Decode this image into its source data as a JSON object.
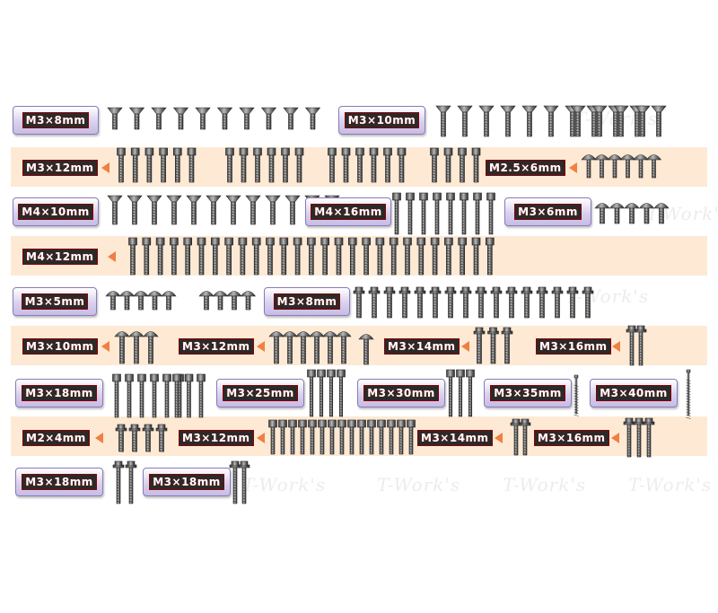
{
  "watermark": "T-Work's",
  "colors": {
    "band": "#fde9d4",
    "badge": "#c7bce6",
    "arrow": "#f07f42",
    "label_bg": "#2a2a2a"
  },
  "labels": {
    "r1a": "M3×8mm",
    "r1b": "M3×10mm",
    "r2a": "M3×12mm",
    "r2b": "M2.5×6mm",
    "r3a": "M4×10mm",
    "r3b": "M4×16mm",
    "r3c": "M3×6mm",
    "r4a": "M4×12mm",
    "r5a": "M3×5mm",
    "r5b": "M3×8mm",
    "r6a": "M3×10mm",
    "r6b": "M3×12mm",
    "r6c": "M3×14mm",
    "r6d": "M3×16mm",
    "r7a": "M3×18mm",
    "r7b": "M3×25mm",
    "r7c": "M3×30mm",
    "r7d": "M3×35mm",
    "r7e": "M3×40mm",
    "r8a": "M2×4mm",
    "r8b": "M3×12mm",
    "r8c": "M3×14mm",
    "r8d": "M3×16mm",
    "r9a": "M3×18mm",
    "r9b": "M3×18mm"
  }
}
